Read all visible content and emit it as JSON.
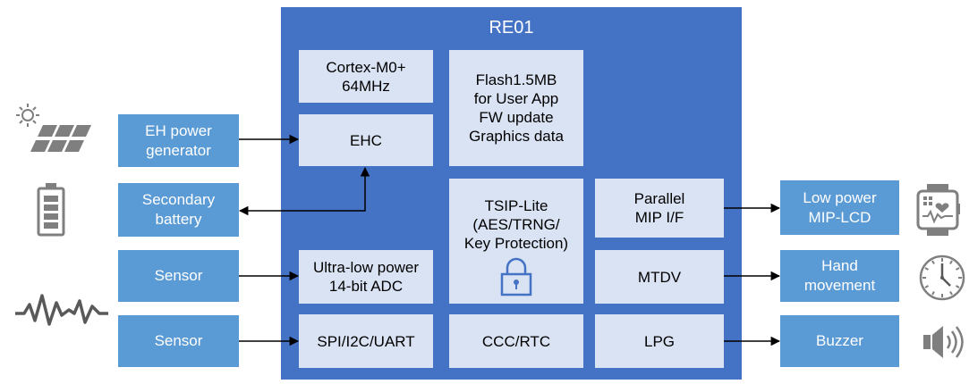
{
  "chip": {
    "title": "RE01",
    "blocks": {
      "cortex": [
        "Cortex-M0+",
        "64MHz"
      ],
      "flash": [
        "Flash1.5MB",
        "for User App",
        "FW update",
        "Graphics data"
      ],
      "ehc": [
        "EHC"
      ],
      "tsip": [
        "TSIP-Lite",
        "(AES/TRNG/",
        "Key Protection)"
      ],
      "parallel": [
        "Parallel",
        "MIP I/F"
      ],
      "adc": [
        "Ultra-low power",
        "14-bit ADC"
      ],
      "mtdv": [
        "MTDV"
      ],
      "spi": [
        "SPI/I2C/UART"
      ],
      "ccc": [
        "CCC/RTC"
      ],
      "lpg": [
        "LPG"
      ]
    }
  },
  "external": {
    "eh_power": [
      "EH power",
      "generator"
    ],
    "battery": [
      "Secondary",
      "battery"
    ],
    "sensor1": [
      "Sensor"
    ],
    "sensor2": [
      "Sensor"
    ],
    "lcd": [
      "Low power",
      "MIP-LCD"
    ],
    "hand": [
      "Hand",
      "movement"
    ],
    "buzzer": [
      "Buzzer"
    ]
  },
  "icons": [
    "solar-panel-icon",
    "battery-icon",
    "waveform-icon",
    "lock-icon",
    "smartwatch-icon",
    "clock-icon",
    "speaker-icon"
  ],
  "colors": {
    "chip": "#4472c4",
    "inner_block": "#dae3f3",
    "external_block": "#5b9bd5",
    "icon_gray": "#7f7f7f"
  }
}
